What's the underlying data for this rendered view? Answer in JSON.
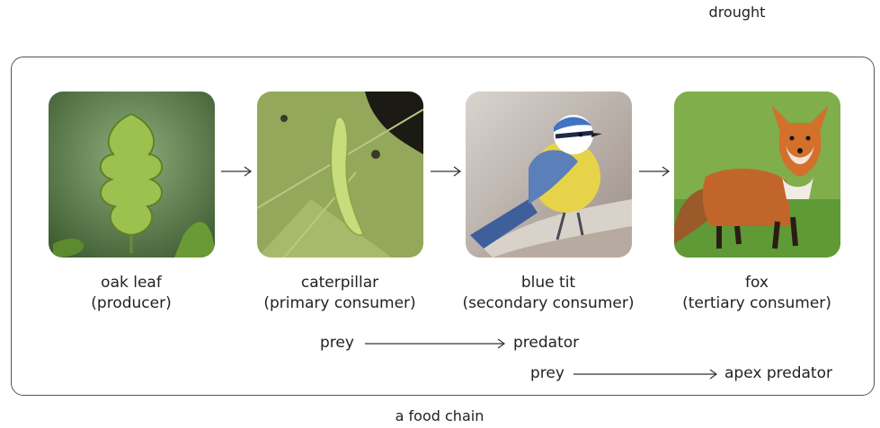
{
  "top_label": "drought",
  "caption": "a food chain",
  "organisms": [
    {
      "name": "oak leaf",
      "role": "(producer)",
      "image_icon": "oak-leaf-photo"
    },
    {
      "name": "caterpillar",
      "role": "(primary consumer)",
      "image_icon": "caterpillar-photo"
    },
    {
      "name": "blue tit",
      "role": "(secondary consumer)",
      "image_icon": "blue-tit-photo"
    },
    {
      "name": "fox",
      "role": "(tertiary consumer)",
      "image_icon": "fox-photo"
    }
  ],
  "relations": [
    {
      "from": "prey",
      "to": "predator"
    },
    {
      "from": "prey",
      "to": "apex predator"
    }
  ],
  "colors": {
    "frame": "#555555",
    "text": "#222222",
    "arrow": "#333333"
  }
}
